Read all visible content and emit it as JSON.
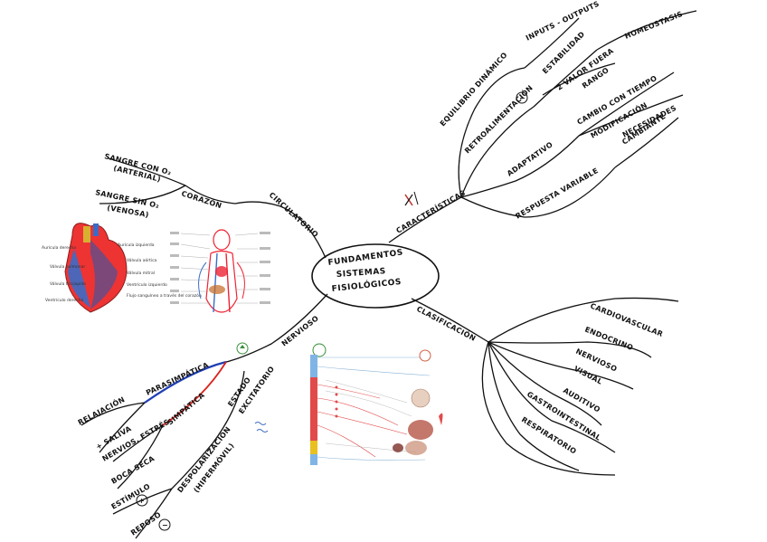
{
  "center": {
    "line1": "FUNDAMENTOS",
    "line2": "SISTEMAS",
    "line3": "FISIOLÓGICOS"
  },
  "characteristics": {
    "label": "CARACTERÍSTICAS",
    "equilibrio": "EQUILIBRIO DINÁMICO",
    "inputs": "INPUTS - OUTPUTS",
    "retro": "RETROALIMENTACIÓN",
    "minus": "−",
    "estabilidad": "ESTABILIDAD",
    "homeostasis": "HOMEOSTASIS",
    "valor1": "2 VALOR FUERA",
    "valor2": "RANGO",
    "adaptativo": "ADAPTATIVO",
    "cambia": "CAMBIO CON TIEMPO",
    "modif1": "MODIFICACIÓN",
    "modif2": "NECESIDADES",
    "respuesta": "RESPUESTA VARIABLE",
    "cambiante": "CAMBIANTE"
  },
  "circulatorio": {
    "label": "CIRCULATORIO",
    "corazon": "CORAZÓN",
    "sangre_o2": "SANGRE CON O₂",
    "arterial": "(ARTERIAL)",
    "sangre_sin": "SANGRE SIN O₂",
    "venosa": "(VENOSA)"
  },
  "heart_labels": {
    "aur_der": "Aurícula derecha",
    "aur_izq": "Aurícula izquierda",
    "valv_pul": "Válvula pulmonar",
    "valv_aor": "Válvula aórtica",
    "valv_mit": "Válvula mitral",
    "valv_tri": "Válvula tricúspide",
    "vent_izq": "Ventrículo izquierdo",
    "flujo": "Flujo sanguíneo a través del corazón",
    "vent_der": "Ventrículo derecho"
  },
  "clasificacion": {
    "label": "CLASIFICACIÓN",
    "items": [
      "CARDIOVASCULAR",
      "ENDOCRINO",
      "NERVIOSO",
      "VISUAL",
      "AUDITIVO",
      "GASTROINTESTINAL",
      "RESPIRATORIO"
    ]
  },
  "nervioso": {
    "label": "NERVIOSO",
    "parasimpatica": "PARASIMPÁTICA",
    "relajacion": "RELAJACIÓN",
    "saliva": "+ SALIVA",
    "simpatica": "SIMPÁTICA",
    "nervios_estres": "NERVIOS, ESTRÉS",
    "boca_seca": "BOCA SECA",
    "estado1": "ESTADO",
    "estado2": "EXCITATORIO",
    "despol1": "DESPOLARIZACIÓN",
    "despol2": "(HIPERMÓVIL)",
    "estimulo": "ESTÍMULO",
    "plus": "+",
    "reposo": "REPOSO",
    "reposo_minus": "−"
  },
  "colors": {
    "sympathetic": "#d9231c",
    "parasympathetic": "#1f3fb5",
    "accent": "#c0302b",
    "ink": "#111111"
  }
}
